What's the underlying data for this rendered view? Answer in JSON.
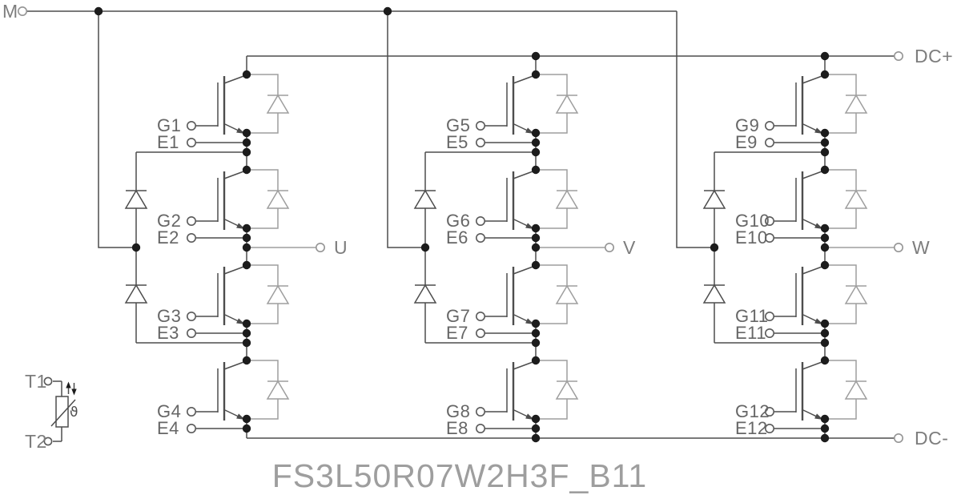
{
  "title": "FS3L50R07W2H3F_B11",
  "terminals": {
    "neutral": "M",
    "dc_plus": "DC+",
    "dc_minus": "DC-",
    "t1": "T1",
    "t2": "T2",
    "thermistor_theta": "ϑ"
  },
  "legs": [
    {
      "output": "U",
      "devices": [
        {
          "gate": "G1",
          "emitter": "E1"
        },
        {
          "gate": "G2",
          "emitter": "E2"
        },
        {
          "gate": "G3",
          "emitter": "E3"
        },
        {
          "gate": "G4",
          "emitter": "E4"
        }
      ]
    },
    {
      "output": "V",
      "devices": [
        {
          "gate": "G5",
          "emitter": "E5"
        },
        {
          "gate": "G6",
          "emitter": "E6"
        },
        {
          "gate": "G7",
          "emitter": "E7"
        },
        {
          "gate": "G8",
          "emitter": "E8"
        }
      ]
    },
    {
      "output": "W",
      "devices": [
        {
          "gate": "G9",
          "emitter": "E9"
        },
        {
          "gate": "G10",
          "emitter": "E10"
        },
        {
          "gate": "G11",
          "emitter": "E11"
        },
        {
          "gate": "G12",
          "emitter": "E12"
        }
      ]
    }
  ],
  "colors": {
    "wire": "#4d4d4d",
    "wire_light": "#9e9e9e",
    "junction": "#1c1c1c",
    "label": "#666666",
    "terminal_label": "#7d7d7d",
    "title": "#9e9e9e",
    "background": "#ffffff"
  }
}
